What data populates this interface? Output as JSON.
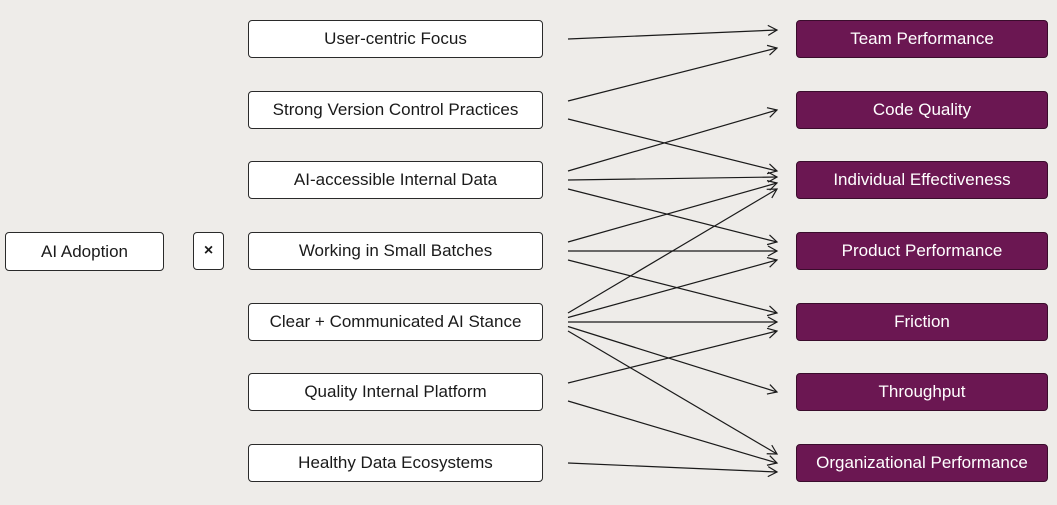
{
  "adoption": {
    "label": "AI Adoption"
  },
  "operator": {
    "symbol": "×"
  },
  "capabilities": [
    "User-centric Focus",
    "Strong Version Control Practices",
    "AI-accessible Internal Data",
    "Working in Small Batches",
    "Clear + Communicated AI Stance",
    "Quality Internal Platform",
    "Healthy Data Ecosystems"
  ],
  "outcomes": [
    "Team Performance",
    "Code Quality",
    "Individual Effectiveness",
    "Product Performance",
    "Friction",
    "Throughput",
    "Organizational Performance"
  ],
  "connections": [
    [
      "User-centric Focus",
      "Team Performance"
    ],
    [
      "Strong Version Control Practices",
      "Team Performance"
    ],
    [
      "Strong Version Control Practices",
      "Individual Effectiveness"
    ],
    [
      "AI-accessible Internal Data",
      "Code Quality"
    ],
    [
      "AI-accessible Internal Data",
      "Individual Effectiveness"
    ],
    [
      "AI-accessible Internal Data",
      "Product Performance"
    ],
    [
      "Working in Small Batches",
      "Individual Effectiveness"
    ],
    [
      "Working in Small Batches",
      "Product Performance"
    ],
    [
      "Working in Small Batches",
      "Friction"
    ],
    [
      "Clear + Communicated AI Stance",
      "Individual Effectiveness"
    ],
    [
      "Clear + Communicated AI Stance",
      "Product Performance"
    ],
    [
      "Clear + Communicated AI Stance",
      "Friction"
    ],
    [
      "Clear + Communicated AI Stance",
      "Throughput"
    ],
    [
      "Clear + Communicated AI Stance",
      "Organizational Performance"
    ],
    [
      "Quality Internal Platform",
      "Friction"
    ],
    [
      "Quality Internal Platform",
      "Organizational Performance"
    ],
    [
      "Healthy Data Ecosystems",
      "Organizational Performance"
    ]
  ],
  "colors": {
    "background": "#eeece9",
    "outcome_fill": "#6b1752",
    "capability_fill": "#ffffff",
    "arrow": "#1a1a1a"
  }
}
